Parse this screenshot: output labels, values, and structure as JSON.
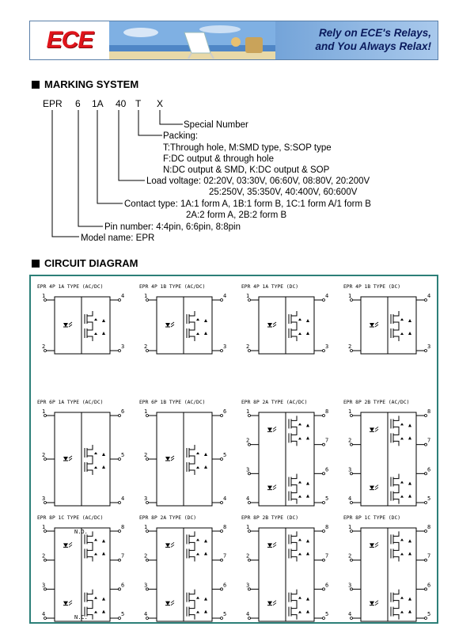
{
  "banner": {
    "logo": "ECE",
    "slogan_line1": "Rely on ECE's Relays,",
    "slogan_line2": "and You Always Relax!"
  },
  "marking": {
    "heading": "MARKING SYSTEM",
    "code": [
      "EPR",
      "6",
      "1A",
      "40",
      "T",
      "X"
    ],
    "special_number": "Special Number",
    "packing_label": "Packing:",
    "packing_lines": [
      "T:Through hole, M:SMD type, S:SOP type",
      "F:DC output & through hole",
      "N:DC output & SMD, K:DC output & SOP"
    ],
    "load_voltage_line1": "Load voltage: 02:20V, 03:30V, 06:60V, 08:80V, 20:200V",
    "load_voltage_line2": "25:250V, 35:350V, 40:400V, 60:600V",
    "contact_line1": "Contact type: 1A:1 form A, 1B:1 form B, 1C:1 form A/1 form B",
    "contact_line2": "2A:2 form A, 2B:2 form B",
    "pin_number": "Pin number: 4:4pin, 6:6pin, 8:8pin",
    "model_name": "Model name: EPR"
  },
  "circuit": {
    "heading": "CIRCUIT DIAGRAM",
    "cells": [
      {
        "title": "EPR 4P 1A TYPE (AC/DC)",
        "pins_left": [
          "1",
          "2"
        ],
        "pins_right": [
          "4",
          "3"
        ]
      },
      {
        "title": "EPR 4P 1B TYPE (AC/DC)",
        "pins_left": [
          "1",
          "2"
        ],
        "pins_right": [
          "4",
          "3"
        ]
      },
      {
        "title": "EPR 4P 1A TYPE (DC)",
        "pins_left": [
          "1",
          "2"
        ],
        "pins_right": [
          "4",
          "3"
        ]
      },
      {
        "title": "EPR 4P 1B TYPE (DC)",
        "pins_left": [
          "1",
          "2"
        ],
        "pins_right": [
          "4",
          "3"
        ]
      },
      {
        "title": "EPR 6P 1A TYPE (AC/DC)",
        "pins_left": [
          "1",
          "2",
          "3"
        ],
        "pins_right": [
          "6",
          "5",
          "4"
        ]
      },
      {
        "title": "EPR 6P 1B TYPE (AC/DC)",
        "pins_left": [
          "1",
          "2",
          "3"
        ],
        "pins_right": [
          "6",
          "5",
          "4"
        ]
      },
      {
        "title": "EPR 8P 2A TYPE (AC/DC)",
        "pins_left": [
          "1",
          "2",
          "3",
          "4"
        ],
        "pins_right": [
          "8",
          "7",
          "6",
          "5"
        ]
      },
      {
        "title": "EPR 8P 2B TYPE (AC/DC)",
        "pins_left": [
          "1",
          "2",
          "3",
          "4"
        ],
        "pins_right": [
          "8",
          "7",
          "6",
          "5"
        ]
      },
      {
        "title": "EPR 8P 1C TYPE (AC/DC)",
        "pins_left": [
          "1",
          "2",
          "3",
          "4"
        ],
        "pins_right": [
          "8",
          "7",
          "6",
          "5"
        ],
        "labels": [
          "N.O.",
          "N.C."
        ]
      },
      {
        "title": "EPR 8P 2A TYPE (DC)",
        "pins_left": [
          "1",
          "2",
          "3",
          "4"
        ],
        "pins_right": [
          "8",
          "7",
          "6",
          "5"
        ]
      },
      {
        "title": "EPR 8P 2B TYPE (DC)",
        "pins_left": [
          "1",
          "2",
          "3",
          "4"
        ],
        "pins_right": [
          "8",
          "7",
          "6",
          "5"
        ]
      },
      {
        "title": "EPR 8P 1C TYPE (DC)",
        "pins_left": [
          "1",
          "2",
          "3",
          "4"
        ],
        "pins_right": [
          "8",
          "7",
          "6",
          "5"
        ]
      }
    ]
  },
  "colors": {
    "logo_red": "#e0141b",
    "slogan_navy": "#0a1a5c",
    "frame_teal": "#2c7f78"
  }
}
